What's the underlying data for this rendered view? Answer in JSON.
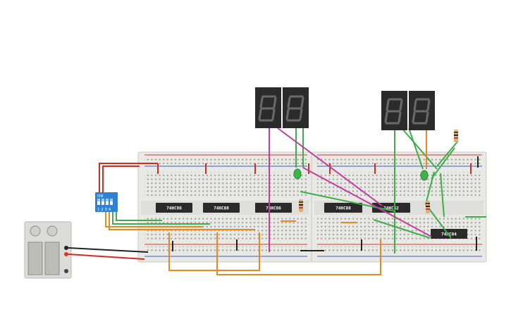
{
  "colors": {
    "breadboard": "#e9e9e6",
    "rail_red": "#d33a2c",
    "rail_blue": "#3a5fbf",
    "wire_red": "#d72a1e",
    "wire_green": "#3fae49",
    "wire_orange": "#e8891f",
    "wire_magenta": "#c43c9a",
    "wire_black": "#222222",
    "chip": "#2a2a2a",
    "display": "#2b2b2b",
    "dip_switch": "#2d82d6",
    "led_green": "#3bb54a"
  },
  "chips": [
    {
      "label": "74HC86"
    },
    {
      "label": "74HC08"
    },
    {
      "label": "74HC86"
    },
    {
      "label": "74HC08"
    },
    {
      "label": "74HC32"
    },
    {
      "label": "74HC04"
    }
  ],
  "dip_switch": {
    "title": "ON",
    "positions": "1 2 3 4"
  },
  "icons": {
    "dip": "dip-switch-icon",
    "power": "power-supply-icon",
    "led": "led-icon",
    "resistor": "resistor-icon",
    "display": "seven-segment-display-icon"
  }
}
